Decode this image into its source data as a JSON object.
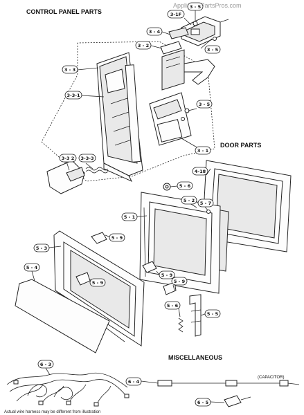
{
  "header": {
    "section_control": "CONTROL PANEL PARTS",
    "section_door": "DOOR PARTS",
    "section_misc": "MISCELLANEOUS",
    "watermark": "AppliancePartsPros.com"
  },
  "labels": {
    "p3_5a": "3 - 5",
    "p3_1f": "3-1F",
    "p3_4": "3 - 4",
    "p3_2": "3 - 2",
    "p3_5b": "3 - 5",
    "p3_3": "3 - 3",
    "p3_3_1": "3-3-1",
    "p3_5c": "3 - 5",
    "p3_1": "3 - 1",
    "p3_3_2": "3-3 2",
    "p3_3_3": "3-3-3",
    "p4_18": "4-18",
    "p5_6a": "5 - 6",
    "p5_2": "5 - 2",
    "p5_7": "5 - 7",
    "p5_1": "5 - 1",
    "p5_9a": "5 - 9",
    "p5_3": "5 - 3",
    "p5_4": "5 - 4",
    "p5_9b": "5 - 9",
    "p5_9c": "5 - 9",
    "p5_9d": "5 - 9",
    "p5_6b": "5 - 6",
    "p5_5": "5 - 5",
    "p6_3": "6 - 3",
    "p6_4": "6 - 4",
    "p6_5": "6 - 5"
  },
  "capacitor_label": "(CAPACITOR)",
  "footnote": "Actual wire harness may be different from illustration"
}
